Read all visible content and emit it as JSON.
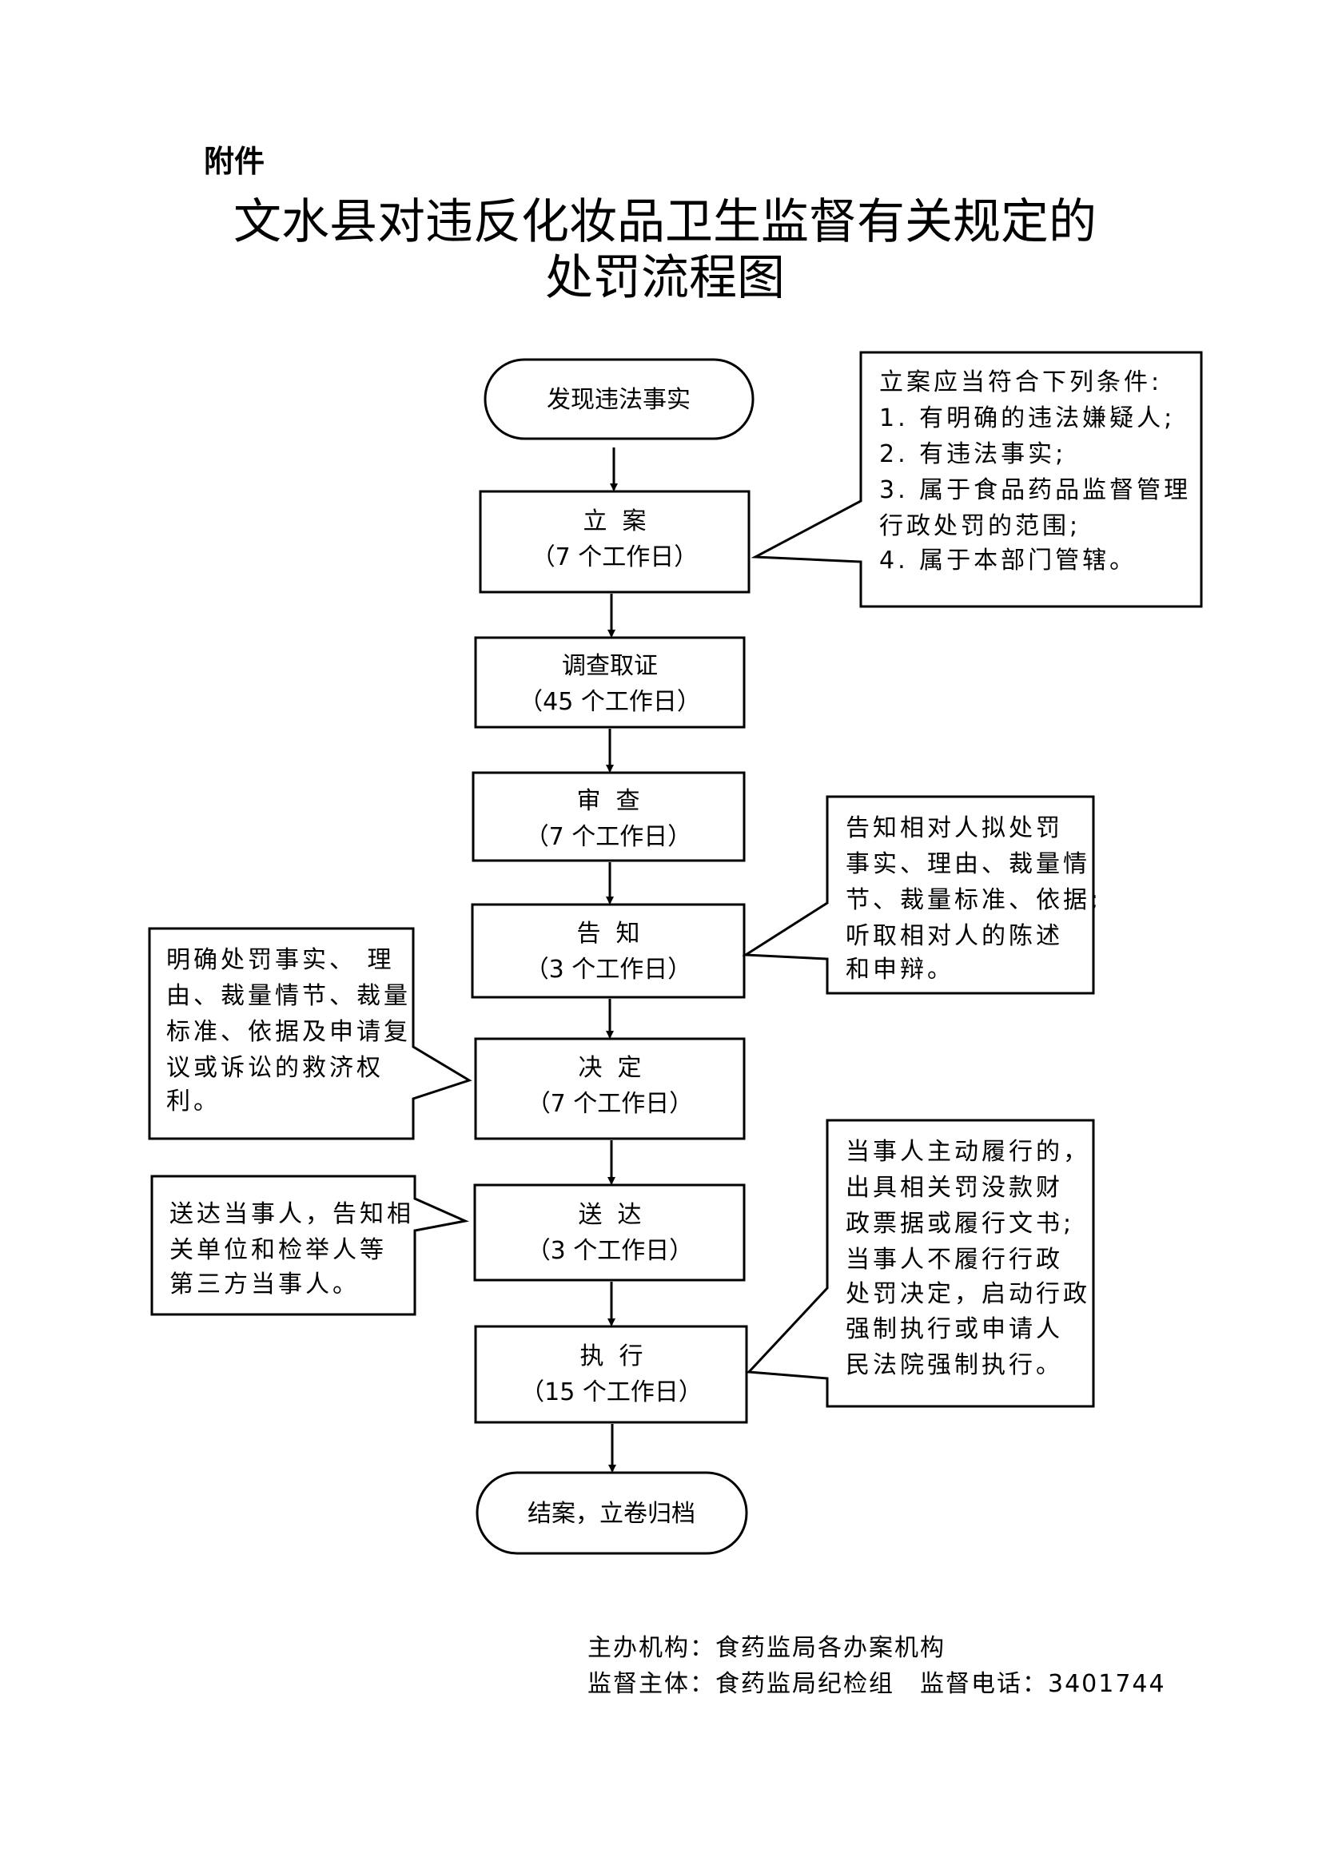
{
  "header": {
    "attachment": "附件",
    "title_line1": "文水县对违反化妆品卫生监督有关规定的",
    "title_line2": "处罚流程图"
  },
  "flow": {
    "start": "发现违法事实",
    "steps": [
      {
        "name": "立  案",
        "days": "（7 个工作日）"
      },
      {
        "name": "调查取证",
        "days": "（45 个工作日）"
      },
      {
        "name": "审  查",
        "days": "（7 个工作日）"
      },
      {
        "name": "告  知",
        "days": "（3 个工作日）"
      },
      {
        "name": "决  定",
        "days": "（7 个工作日）"
      },
      {
        "name": "送  达",
        "days": "（3 个工作日）"
      },
      {
        "name": "执  行",
        "days": "（15 个工作日）"
      }
    ],
    "end": "结案，立卷归档"
  },
  "notes": {
    "filing": [
      "立案应当符合下列条件:",
      "1. 有明确的违法嫌疑人;",
      "2. 有违法事实;",
      "3. 属于食品药品监督管理",
      "行政处罚的范围;",
      "4. 属于本部门管辖。"
    ],
    "notify": [
      "告知相对人拟处罚",
      "事实、理由、裁量情",
      "节、裁量标准、依据;",
      "听取相对人的陈述",
      "和申辩。"
    ],
    "decision": [
      "明确处罚事实、 理",
      "由、裁量情节、裁量",
      "标准、依据及申请复",
      "议或诉讼的救济权",
      "利。"
    ],
    "delivery": [
      "送达当事人，告知相",
      "关单位和检举人等",
      "第三方当事人。"
    ],
    "execution": [
      "当事人主动履行的，",
      "出具相关罚没款财",
      "政票据或履行文书;",
      "当事人不履行行政",
      "处罚决定，启动行政",
      "强制执行或申请人",
      "民法院强制执行。"
    ]
  },
  "footer": {
    "line1": "主办机构：食药监局各办案机构",
    "line2": "监督主体：食药监局纪检组　监督电话：3401744"
  }
}
